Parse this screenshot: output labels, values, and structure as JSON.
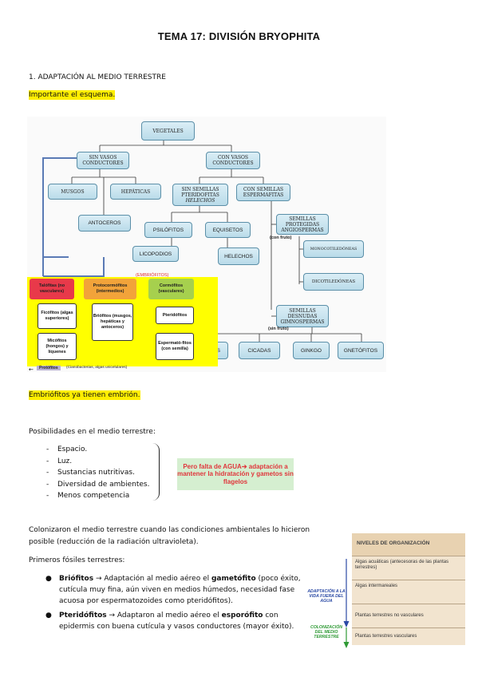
{
  "title": "TEMA 17: DIVISIÓN BRYOPHITA",
  "section1": "1. ADAPTACIÓN AL MEDIO TERRESTRE",
  "important": "Importante el esquema.",
  "diagram": {
    "vegetales": "VEGETALES",
    "sin_vasos": "SIN VASOS CONDUCTORES",
    "con_vasos": "CON VASOS CONDUCTORES",
    "musgos": "MUSGOS",
    "hepaticas": "HEPÁTICAS",
    "antoceros": "ANTOCEROS",
    "sin_semillas": "SIN SEMILLAS PTERIDOFITAS",
    "helechos_it": "HELECHOS",
    "con_semillas": "CON SEMILLAS ESPERMAFITAS",
    "psilofitos": "PSILÓFITOS",
    "equisetos": "EQUISETOS",
    "licopodios": "LICOPODIOS",
    "helechos": "HELECHOS",
    "angiospermas": "SEMILLAS PROTEGIDAS ANGIOSPERMAS",
    "con_fruto": "(con fruto)",
    "monocot": "MONOCOTILEDÓNEAS",
    "dicot": "DICOTILEDÓNEAS",
    "gimnospermas": "SEMILLAS DESNUDAS GIMNOSPERMAS",
    "sin_fruto": "(sin fruto)",
    "coniferas": "CONÍFERAS",
    "cicadas": "CICADAS",
    "ginkgo": "GINKGO",
    "gnetofitos": "GNETÓFITOS",
    "embriofitos": "(EMBRIÓFITOS)",
    "talofitos": "Talófitas (no vasculares)",
    "protocormofitos": "Protocormófitos (intermedios)",
    "cormofitos": "Cormófitos (vasculares)",
    "ficofitos": "Ficófitos (algas superiores)",
    "micofitos": "Micófitos (hongos) y líquenes",
    "briofitos": "Briófitos (musgos, hepáticas y antoceros)",
    "pteridofitos": "Pteridófitos",
    "espermatofitos": "Espermató-fitos (con semilla)",
    "protofitos": "Protófitos",
    "protofitos_note": "(Cianobacterias, algas unicelulares)",
    "colors": {
      "talofitos": "#e8394a",
      "protocormofitos": "#f2a33a",
      "cormofitos": "#a6d04e",
      "yellow": "#ffff00",
      "box_border": "#5b8fa8"
    }
  },
  "embriofitos_note": "Embriófitos ya tienen embrión.",
  "posibilidades_title": "Posibilidades en el medio terrestre:",
  "posibilidades": [
    "Espacio.",
    "Luz.",
    "Sustancias nutritivas.",
    "Diversidad de ambientes.",
    "Menos competencia"
  ],
  "agua_box": "Pero falta de AGUA➔ adaptación a mantener la hidratación y gametos sin flagelos",
  "colonizaron_1": "Colonizaron el medio terrestre cuando las condiciones ambientales lo hicieron",
  "colonizaron_2": "posible (reducción de la radiación ultravioleta).",
  "primeros_fosiles": "Primeros fósiles terrestres:",
  "bullets": [
    {
      "term": "Briófitos",
      "lead": " → Adaptación al medio aéreo el ",
      "key": "gametófito",
      "rest": " (poco éxito, cutícula muy fina, aún viven en medios húmedos, necesidad fase acuosa por espermatozoides como pteridófitos)."
    },
    {
      "term": "Pteridófitos",
      "lead": " → Adaptaron al medio aéreo el ",
      "key": "esporófito",
      "rest": " con epidermis con buena cutícula y vasos conductores (mayor éxito)."
    }
  ],
  "levels": {
    "header": "NIVELES DE ORGANIZACIÓN",
    "rows": [
      "Algas acuáticas (antecesoras de las plantas terrestres)",
      "Algas intermareales",
      "Plantas terrestres no vasculares",
      "Plantas terrestres vasculares"
    ],
    "side_blue": "ADAPTACIÓN A LA VIDA FUERA DEL AGUA",
    "side_green": "COLONIZACIÓN DEL MEDIO TERRESTRE"
  }
}
